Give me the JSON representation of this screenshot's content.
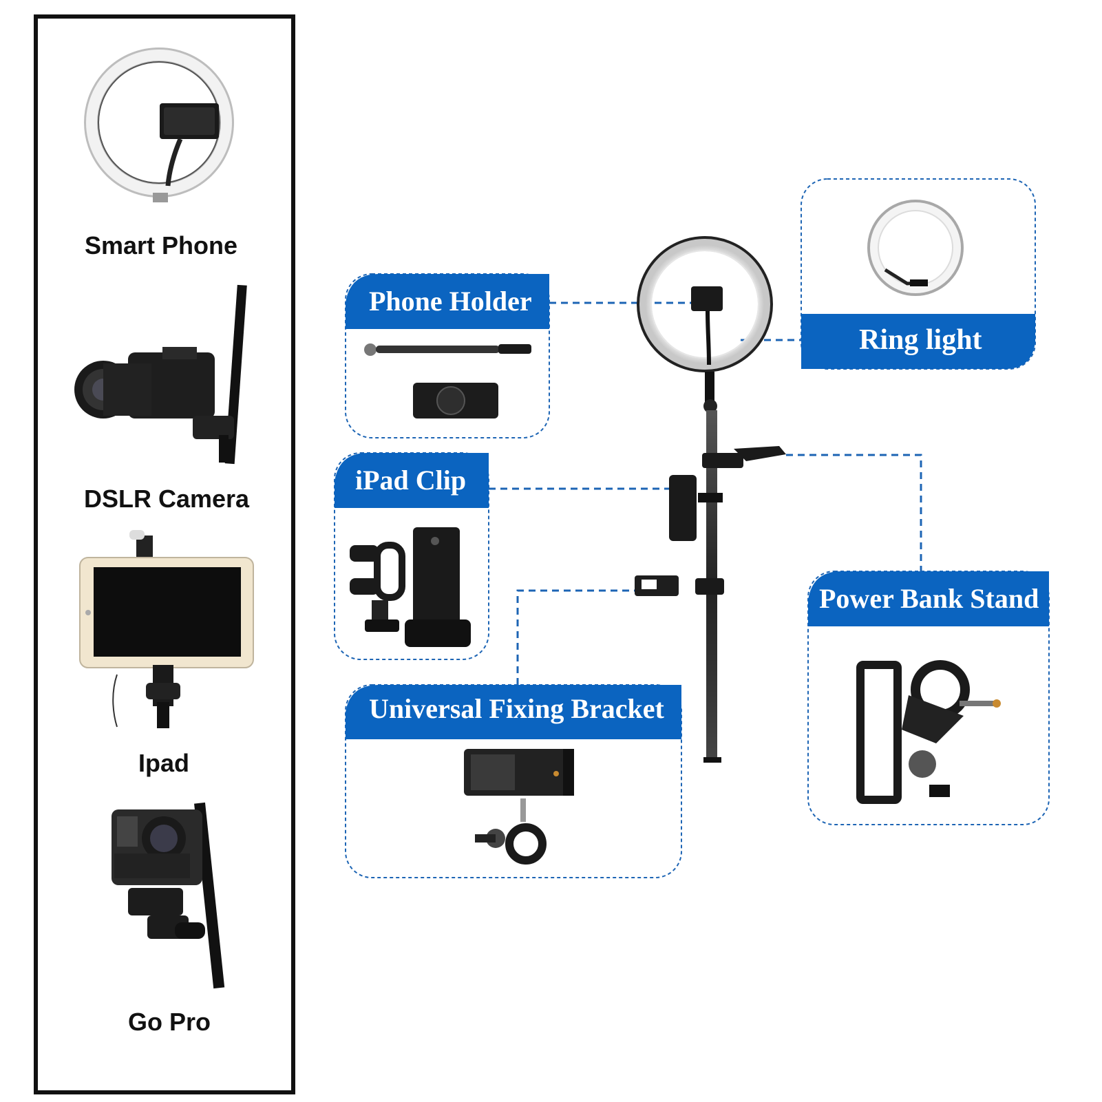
{
  "colors": {
    "brand_blue": "#0b64c0",
    "dash_blue": "#1c64b4",
    "frame": "#111111",
    "label_text": "#ffffff"
  },
  "sidebar": {
    "items": [
      {
        "label": "Smart Phone",
        "icon": "ring-light-with-phone"
      },
      {
        "label": "DSLR Camera",
        "icon": "dslr-camera-on-stand"
      },
      {
        "label": "Ipad",
        "icon": "tablet-on-clamp"
      },
      {
        "label": "Go Pro",
        "icon": "gopro-camera-on-mount"
      }
    ]
  },
  "callouts": {
    "phone_holder": {
      "label": "Phone Holder",
      "parts": [
        "gooseneck-arm",
        "phone-clip"
      ]
    },
    "ipad_clip": {
      "label": "iPad Clip",
      "parts": [
        "ball-clamp",
        "tablet-clip"
      ]
    },
    "universal_bracket": {
      "label": "Universal Fixing Bracket",
      "parts": [
        "phone-clip",
        "crab-clamp"
      ]
    },
    "ring_light": {
      "label": "Ring light",
      "parts": [
        "ring-light"
      ]
    },
    "power_bank": {
      "label": "Power Bank Stand",
      "parts": [
        "holder-frame",
        "crab-clamp"
      ]
    }
  },
  "center": {
    "icon": "ring-light-stand"
  }
}
